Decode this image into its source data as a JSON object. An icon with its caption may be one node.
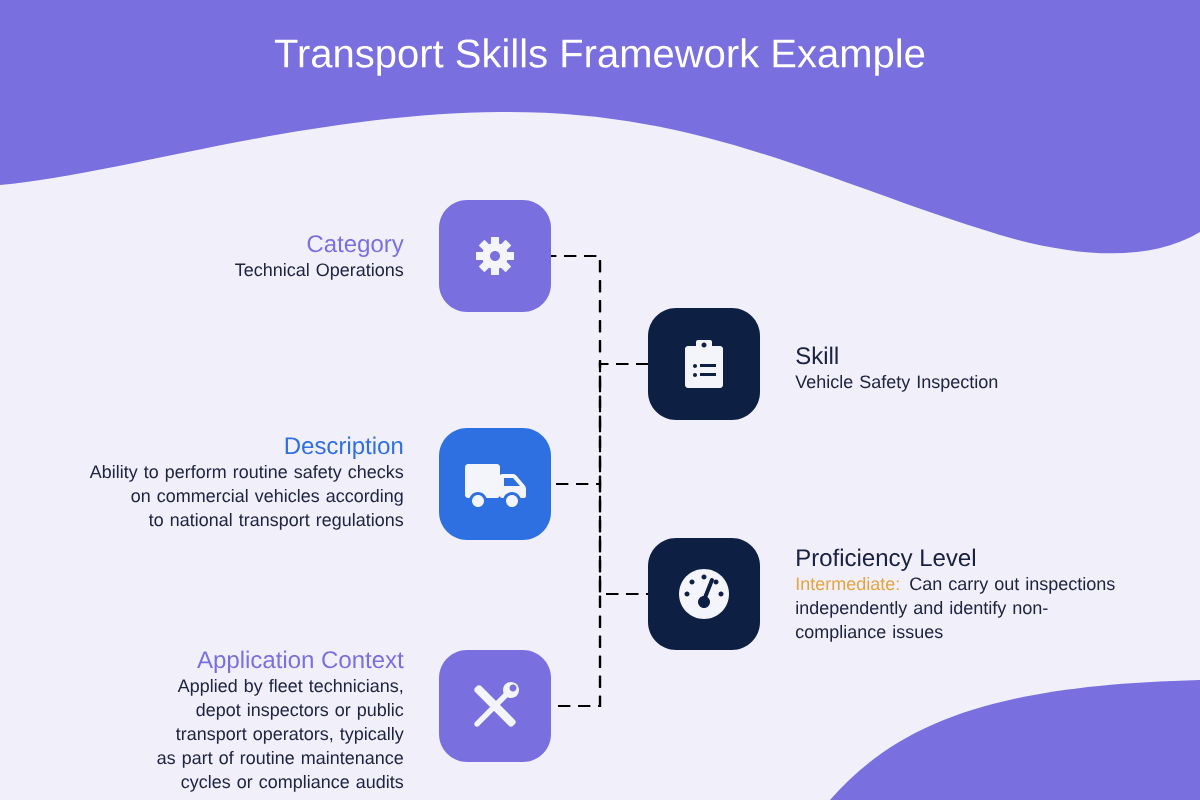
{
  "diagram": {
    "title": "Transport Skills Framework Example",
    "nodes": [
      {
        "text": [
          "Category",
          "Technical Operations"
        ]
      },
      {
        "text": [
          "Skill",
          "Vehicle Safety Inspection"
        ]
      },
      {
        "text": [
          "Description",
          "Ability to perform routine safety checks on commercial vehicles according to national transport regulations"
        ]
      },
      {
        "text": [
          "Proficiency Level",
          "Intermediate:",
          "Can carry out inspections independently and identify non-compliance issues"
        ]
      },
      {
        "text": [
          "Application Context",
          "Applied by fleet technicians, depot inspectors or public transport operators, typically as part of routine maintenance cycles or compliance audits"
        ]
      }
    ],
    "edges": [
      {
        "from": 0,
        "to": 1,
        "arrow": "none",
        "style": "dashed"
      },
      {
        "from": 0,
        "to": 3,
        "arrow": "none",
        "style": "dashed"
      },
      {
        "from": 2,
        "to": 1,
        "arrow": "none",
        "style": "dashed"
      },
      {
        "from": 2,
        "to": 3,
        "arrow": "none",
        "style": "dashed"
      },
      {
        "from": 4,
        "to": 1,
        "arrow": "none",
        "style": "dashed"
      },
      {
        "from": 4,
        "to": 3,
        "arrow": "none",
        "style": "dashed"
      }
    ]
  }
}
